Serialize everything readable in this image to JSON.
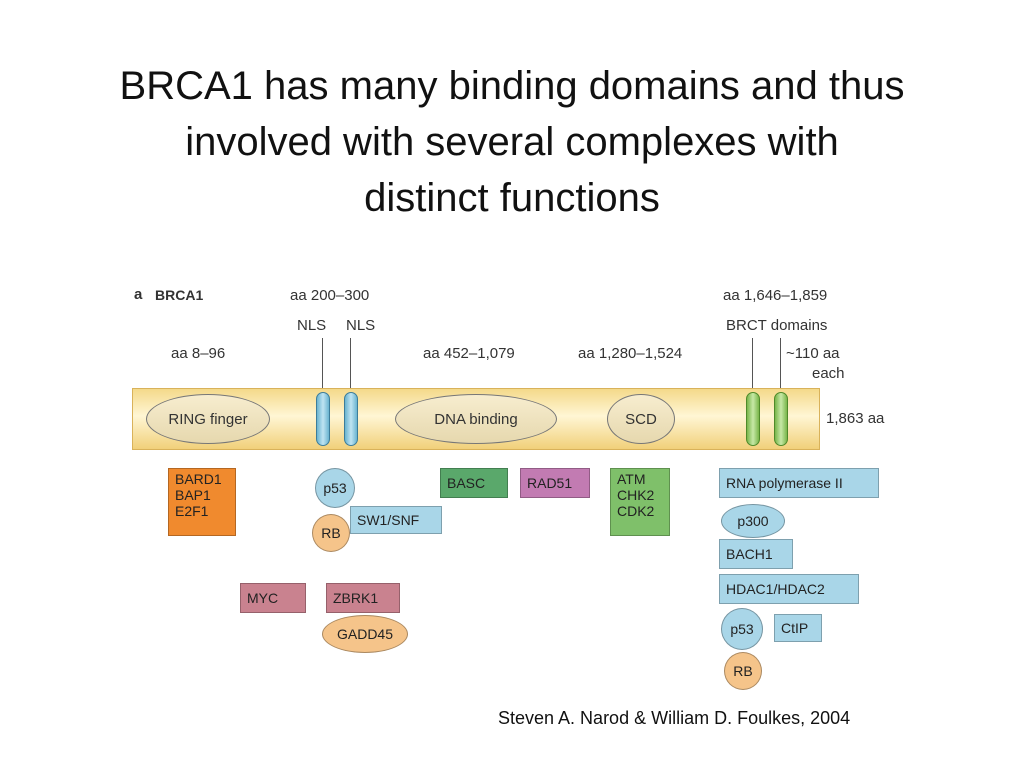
{
  "title": {
    "line1": "BRCA1 has many binding domains and thus",
    "line2": "involved with several complexes with",
    "line3": "distinct functions"
  },
  "figure": {
    "panel_letter": "a",
    "protein_name": "BRCA1",
    "labels": {
      "aa_200_300": "aa 200–300",
      "nls_1": "NLS",
      "nls_2": "NLS",
      "aa_8_96": "aa 8–96",
      "aa_452_1079": "aa 452–1,079",
      "aa_1280_1524": "aa 1,280–1,524",
      "aa_1646_1859": "aa 1,646–1,859",
      "brct_domains": "BRCT domains",
      "brct_size_1": "~110 aa",
      "brct_size_2": "each",
      "length": "1,863 aa"
    },
    "domains": {
      "ring": "RING finger",
      "dna": "DNA binding",
      "scd": "SCD"
    },
    "partners": {
      "ring_box": [
        "BARD1",
        "BAP1",
        "E2F1"
      ],
      "p53_nls": "p53",
      "rb_nls": "RB",
      "swi_snf": "SW1/SNF",
      "basc": "BASC",
      "rad51": "RAD51",
      "scd_box": [
        "ATM",
        "CHK2",
        "CDK2"
      ],
      "myc": "MYC",
      "zbrk1": "ZBRK1",
      "gadd45": "GADD45",
      "rna_pol": "RNA polymerase II",
      "p300": "p300",
      "bach1": "BACH1",
      "hdac": "HDAC1/HDAC2",
      "p53_brct": "p53",
      "ctip": "CtIP",
      "rb_brct": "RB"
    }
  },
  "citation": "Steven A. Narod & William D. Foulkes, 2004"
}
